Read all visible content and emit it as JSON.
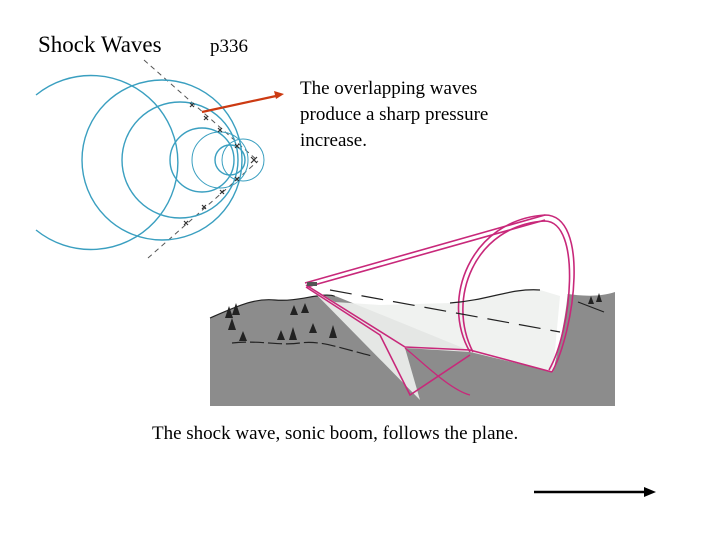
{
  "slide": {
    "title": "Shock Waves",
    "page_ref": "p336",
    "note_lines": [
      "The overlapping waves",
      "produce a sharp pressure",
      "increase."
    ],
    "caption": "The shock wave, sonic boom, follows the plane."
  },
  "colors": {
    "wave_circles": "#3a9fc0",
    "pointer_arrow": "#cc3a12",
    "cone_outline": "#c8287a",
    "ground": "#8c8c8c",
    "direction_arrow": "#000000"
  }
}
